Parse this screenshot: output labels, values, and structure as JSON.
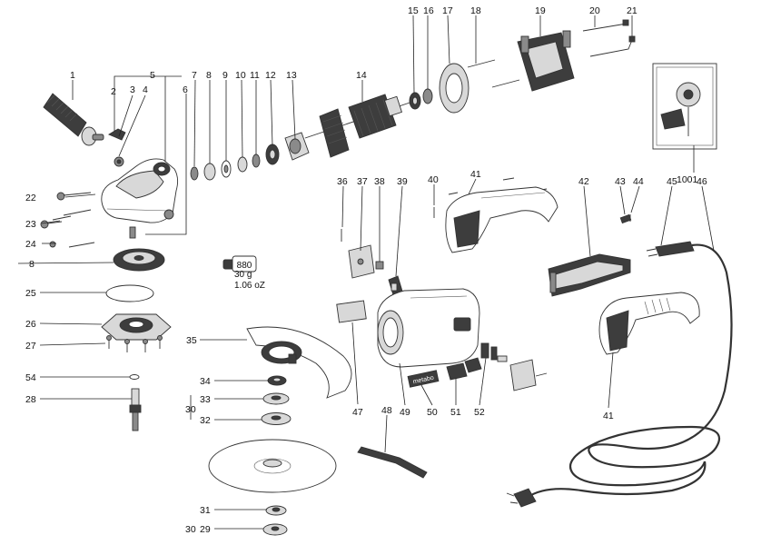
{
  "labels": {
    "l1": "1",
    "l2": "2",
    "l3": "3",
    "l4": "4",
    "l5": "5",
    "l6": "6",
    "l7": "7",
    "l8": "8",
    "l9": "9",
    "l10": "10",
    "l11": "11",
    "l12": "12",
    "l13": "13",
    "l14": "14",
    "l15": "15",
    "l16": "16",
    "l17": "17",
    "l18": "18",
    "l19": "19",
    "l20": "20",
    "l21": "21",
    "l22": "22",
    "l23": "23",
    "l24": "24",
    "l8b": "8",
    "l25": "25",
    "l26": "26",
    "l27": "27",
    "l54": "54",
    "l28": "28",
    "l35": "35",
    "l34": "34",
    "l33": "33",
    "l30a": "30",
    "l32": "32",
    "l31": "31",
    "l30b": "30",
    "l29": "29",
    "l36": "36",
    "l37": "37",
    "l38": "38",
    "l39": "39",
    "l40": "40",
    "l41a": "41",
    "l42": "42",
    "l43": "43",
    "l44": "44",
    "l45": "45",
    "l46": "46",
    "l1001": "1001",
    "l47": "47",
    "l48": "48",
    "l49": "49",
    "l50": "50",
    "l51": "51",
    "l52": "52",
    "l41b": "41"
  },
  "grease": {
    "tube_text": "880",
    "weight_g": "30 g",
    "weight_oz": "1.06 oZ"
  },
  "brand_plate": "metabo",
  "colors": {
    "ink": "#111111",
    "part_dark": "#3d3d3d",
    "part_mid": "#8a8a8a",
    "part_light": "#d8d8d8"
  }
}
